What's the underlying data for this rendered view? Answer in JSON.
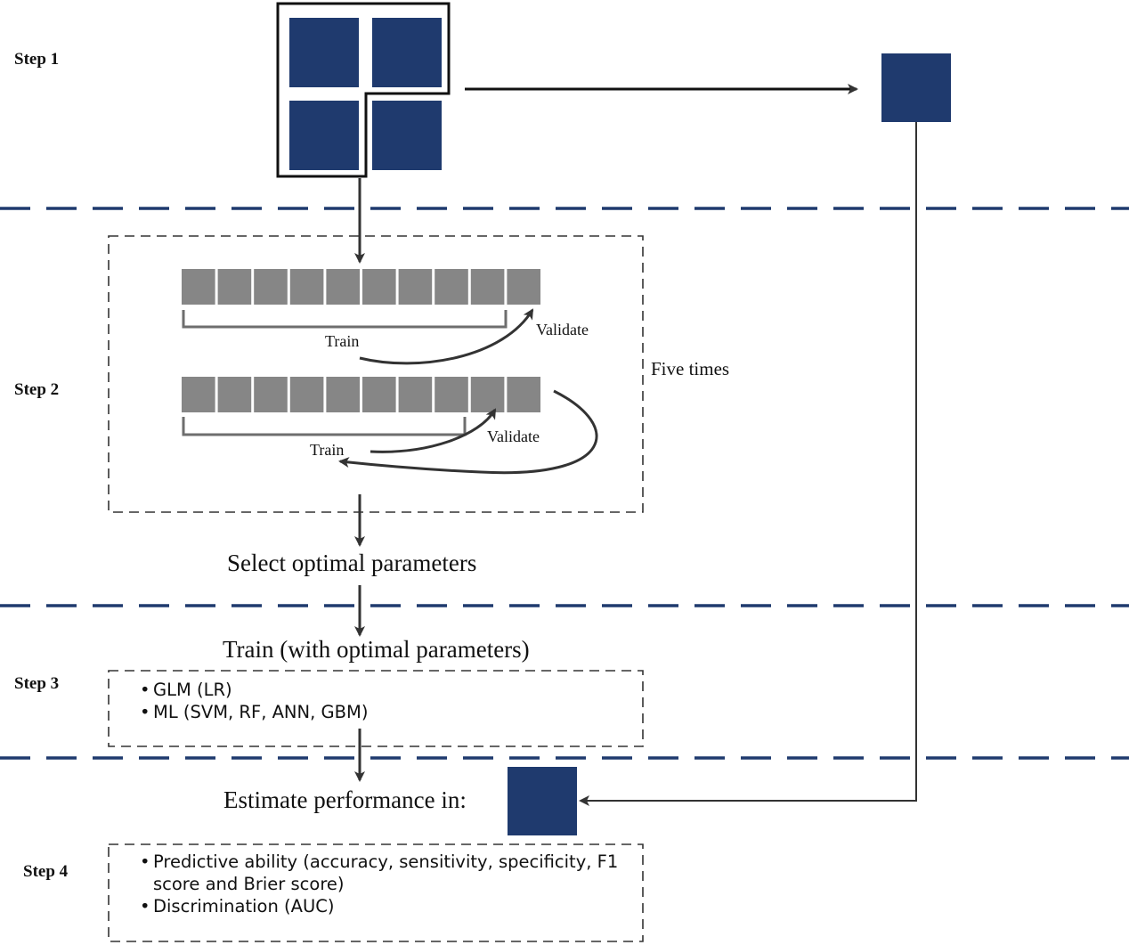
{
  "colors": {
    "navy": "#1f3a6e",
    "gray_segment": "#868686",
    "bracket": "#6e6e6e",
    "arrow": "#333333",
    "dashed_separator": "#1f3a6e"
  },
  "steps": {
    "step1": "Step 1",
    "step2": "Step 2",
    "step3": "Step 3",
    "step4": "Step 4"
  },
  "step2": {
    "train_label_1": "Train",
    "validate_label_1": "Validate",
    "train_label_2": "Train",
    "validate_label_2": "Validate",
    "five_times": "Five times",
    "fold_segments": 10
  },
  "select_optimal": "Select optimal parameters",
  "train_optimal": "Train (with optimal parameters)",
  "models": [
    {
      "text": "GLM (LR)"
    },
    {
      "text": "ML (SVM, RF, ANN, GBM)"
    }
  ],
  "estimate_label": "Estimate performance in:",
  "metrics": [
    {
      "line1": "Predictive ability (accuracy, sensitivity, specificity, F1",
      "line2": "score and Brier score)"
    },
    {
      "line1": "Discrimination (AUC)"
    }
  ]
}
